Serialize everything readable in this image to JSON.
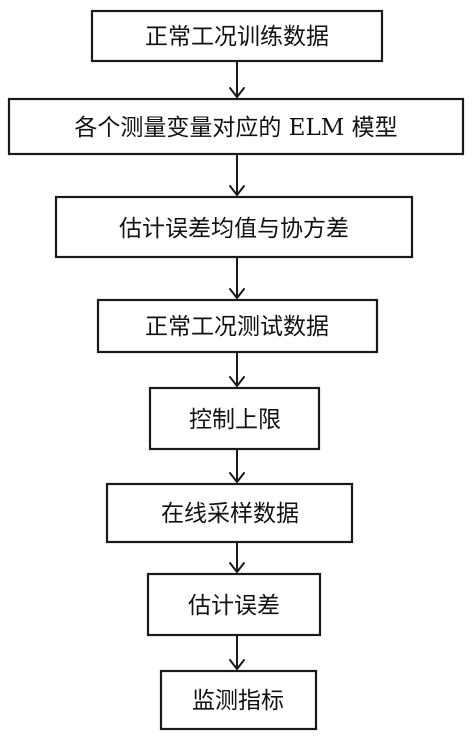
{
  "flowchart": {
    "steps": [
      "正常工况训练数据",
      "各个测量变量对应的 ELM 模型",
      "估计误差均值与协方差",
      "正常工况测试数据",
      "控制上限",
      "在线采样数据",
      "估计误差",
      "监测指标"
    ]
  }
}
